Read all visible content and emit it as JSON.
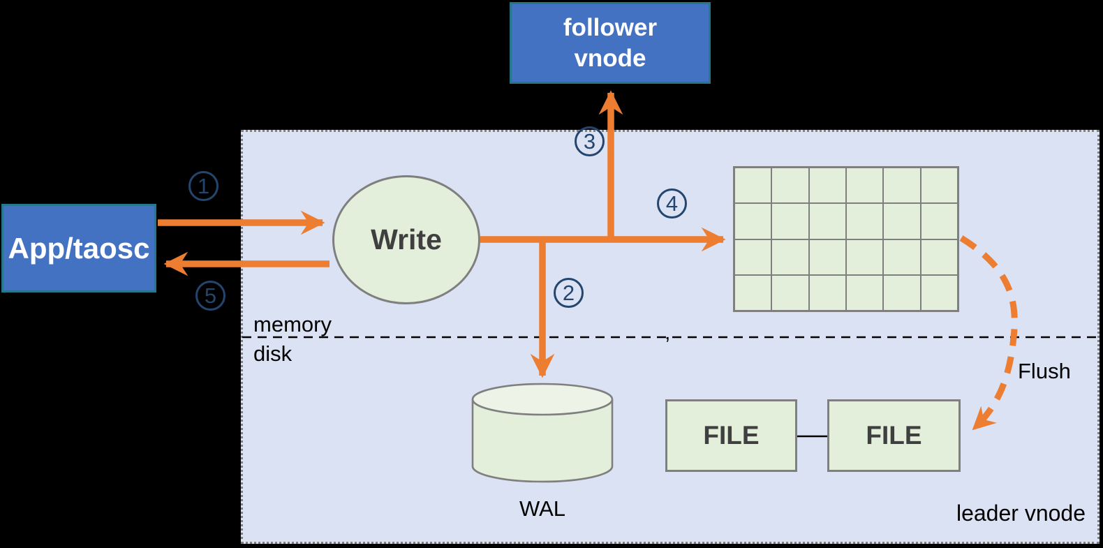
{
  "diagram": {
    "nodes": {
      "app": {
        "label": "App/taosc"
      },
      "follower": {
        "line1": "follower",
        "line2": "vnode"
      },
      "write": {
        "label": "Write"
      },
      "wal": {
        "label": "WAL"
      },
      "file_left": {
        "label": "FILE"
      },
      "file_right": {
        "label": "FILE"
      }
    },
    "labels": {
      "memory": "memory",
      "disk": "disk",
      "flush": "Flush",
      "leader": "leader vnode",
      "stray_comma": ","
    },
    "steps": [
      "1",
      "2",
      "3",
      "4",
      "5"
    ],
    "grid": {
      "rows": 4,
      "cols": 6
    },
    "colors": {
      "node_blue": "#4372c3",
      "node_border_teal": "#26778c",
      "arrow_orange": "#ED7D31",
      "step_navy": "#24456e",
      "region_lavender": "#dbe2f3",
      "shape_green": "#e3efda",
      "shape_border_gray": "#7f7f7f",
      "background": "#000000"
    }
  }
}
